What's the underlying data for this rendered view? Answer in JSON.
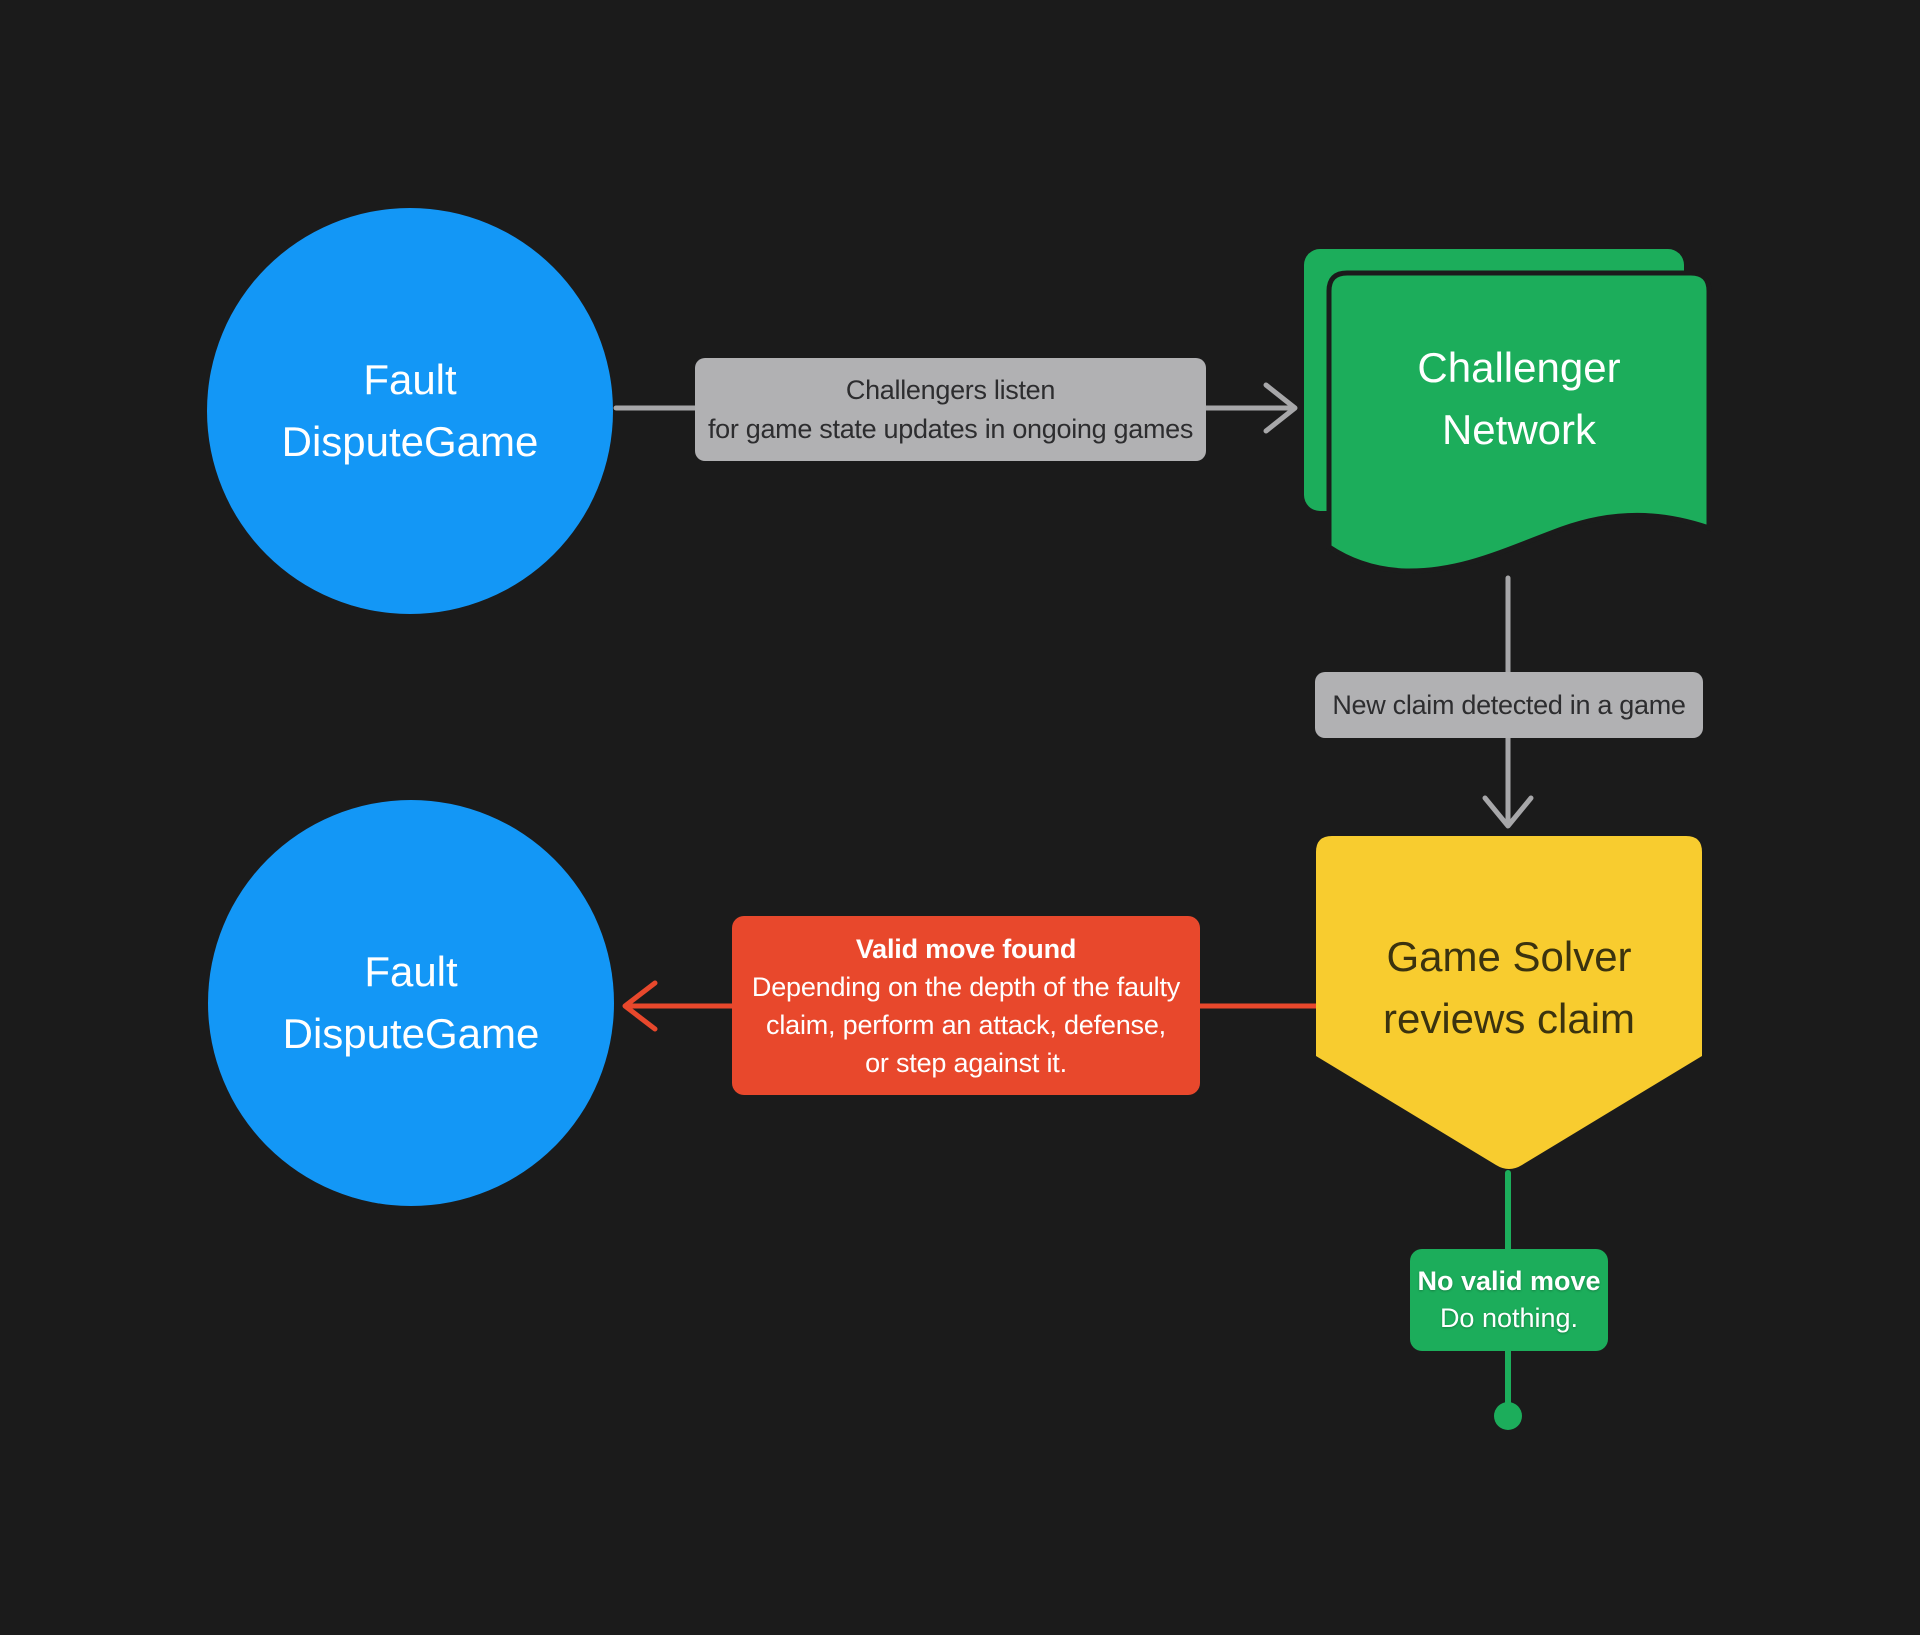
{
  "canvas": {
    "background": "#1b1b1b"
  },
  "colors": {
    "node_blue": "#1397f6",
    "node_green": "#1cad5b",
    "node_yellow": "#f8cc2f",
    "accent_red": "#e8482c",
    "label_gray_bg": "#b1b1b3",
    "label_gray_text": "#2d2d2f",
    "arrow_gray": "#a7a7a9",
    "yellow_text": "#3b330f"
  },
  "nodes": {
    "fault_dispute_game_top": {
      "line1": "Fault",
      "line2": "DisputeGame"
    },
    "challenger_network": {
      "line1": "Challenger",
      "line2": "Network"
    },
    "game_solver": {
      "line1": "Game Solver",
      "line2": "reviews claim"
    },
    "fault_dispute_game_bottom": {
      "line1": "Fault",
      "line2": "DisputeGame"
    }
  },
  "edges": {
    "listen": {
      "line1": "Challengers listen",
      "line2": "for game state updates in ongoing games"
    },
    "new_claim": {
      "text": "New claim detected in a game"
    },
    "valid_move": {
      "title": "Valid move found",
      "line1": "Depending on the depth of the faulty",
      "line2": "claim, perform an attack, defense,",
      "line3": "or step against it."
    },
    "no_valid_move": {
      "title": "No valid move",
      "body": "Do nothing."
    }
  }
}
